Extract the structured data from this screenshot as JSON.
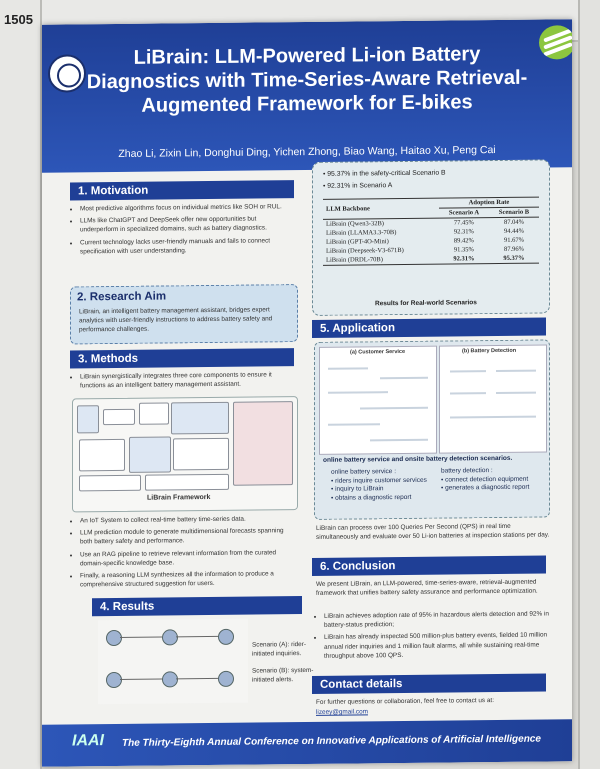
{
  "booth_number": "1505",
  "header": {
    "title": "LiBrain: LLM-Powered Li-ion Battery Diagnostics with Time-Series-Aware Retrieval-Augmented Framework for E-bikes",
    "authors": "Zhao Li, Zixin Lin, Donghui Ding, Yichen Zhong, Biao Wang, Haitao Xu, Peng Cai"
  },
  "motivation": {
    "heading": "1. Motivation",
    "bullets": [
      "Most predictive algorithms focus on individual metrics like SOH or RUL.",
      "LLMs like ChatGPT and DeepSeek offer new opportunities but underperform in specialized domains, such as battery diagnostics.",
      "Current technology lacks user-friendly manuals and fails to connect specification with user understanding."
    ]
  },
  "aim": {
    "heading": "2. Research Aim",
    "text": "LiBrain, an intelligent battery management assistant, bridges expert analytics with user-friendly instructions to address battery safety and performance challenges."
  },
  "methods": {
    "heading": "3. Methods",
    "intro": "LiBrain synergistically integrates three core components to ensure it functions as an intelligent battery management assistant.",
    "framework_caption": "LiBrain Framework",
    "bullets": [
      "An IoT System to collect real-time battery time-series data.",
      "LLM prediction module to generate multidimensional forecasts spanning both battery safety and performance.",
      "Use an RAG pipeline to retrieve relevant information from the curated domain-specific knowledge base.",
      "Finally, a reasoning LLM synthesizes all the information to produce a comprehensive structured suggestion for users."
    ]
  },
  "results": {
    "heading": "4. Results",
    "items": [
      "Scenario (A): rider-initiated inquiries.",
      "Scenario (B): system-initiated alerts."
    ]
  },
  "summary": {
    "line1": "95.37% in the safety-critical Scenario B",
    "line2": "92.31% in Scenario A"
  },
  "table": {
    "col_backbone": "LLM Backbone",
    "col_rate": "Adoption Rate",
    "col_a": "Scenario A",
    "col_b": "Scenario B",
    "rows": [
      {
        "model": "LiBrain (Qwen3-32B)",
        "a": "77.45%",
        "b": "87.04%"
      },
      {
        "model": "LiBrain (LLAMA3.3-70B)",
        "a": "92.31%",
        "b": "94.44%"
      },
      {
        "model": "LiBrain (GPT-4O-Mini)",
        "a": "89.42%",
        "b": "91.67%"
      },
      {
        "model": "LiBrain (Deepseek-V3-671B)",
        "a": "91.35%",
        "b": "87.96%"
      },
      {
        "model": "LiBrain (DRDL-70B)",
        "a": "92.31%",
        "b": "95.37%"
      }
    ],
    "caption": "Results for Real-world Scenarios"
  },
  "application": {
    "heading": "5. Application",
    "panel_a": "(a) Customer Service",
    "panel_b": "(b) Battery Detection",
    "title": "online battery service and onsite battery detection scenarios.",
    "service_label": "online battery service :",
    "service_items": [
      "riders inquire customer services",
      "inquiry to LiBrain",
      "obtains a diagnostic report"
    ],
    "detect_label": "battery detection :",
    "detect_items": [
      "connect detection equipment",
      "generates a diagnostic report"
    ],
    "para": "LiBrain can process over 100 Queries Per Second (QPS) in real time simultaneously and evaluate over 50 Li-ion batteries at inspection stations per day."
  },
  "conclusion": {
    "heading": "6. Conclusion",
    "intro": "We present LiBrain, an LLM-powered, time-series-aware, retrieval-augmented framework that unifies battery safety assurance and performance optimization.",
    "bullets": [
      "LiBrain achieves adoption rate of 95% in hazardous alerts detection and 92% in battery-status prediction;",
      "LiBrain has already inspected 500 million-plus battery events, fielded 10 million annual rider inquiries and 1 million fault alarms, all while sustaining real-time throughput above 100 QPS."
    ]
  },
  "contact": {
    "heading": "Contact details",
    "text": "For further questions or collaboration, feel free to contact us at:",
    "email": "lizeey@gmail.com"
  },
  "footer": {
    "logo": "IAAI",
    "text": "The Thirty-Eighth Annual Conference on Innovative Applications of Artificial Intelligence"
  }
}
